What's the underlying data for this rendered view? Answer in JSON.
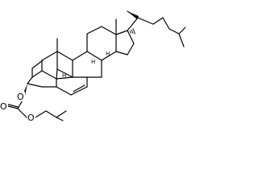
{
  "molecule": {
    "atoms": {
      "o_ether_ring": "O",
      "o_carbonyl": "O",
      "o_ether_chain": "O",
      "h_c8": "H",
      "h_c9": "H",
      "h_c14": "H"
    }
  }
}
